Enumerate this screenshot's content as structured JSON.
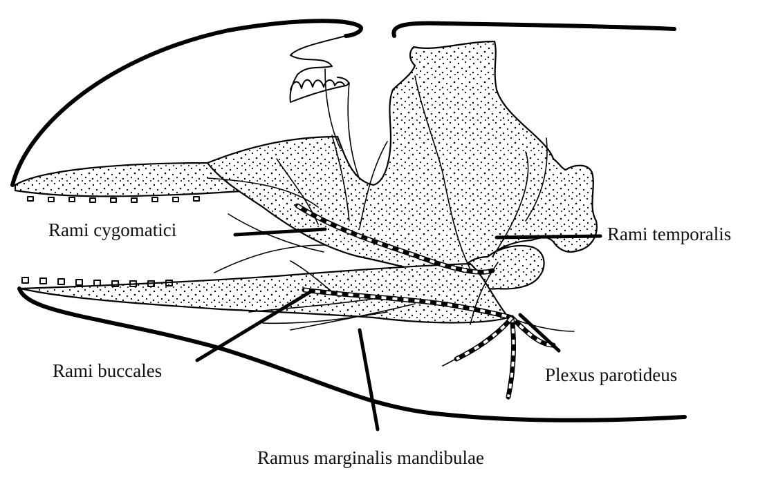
{
  "labels": {
    "rami_cygomatici": "Rami cygomatici",
    "rami_temporalis": "Rami temporalis",
    "rami_buccales": "Rami buccales",
    "plexus_parotideus": "Plexus parotideus",
    "ramus_marginalis_mandibulae": "Ramus marginalis mandibulae"
  },
  "colors": {
    "ink": "#000000",
    "background": "#ffffff"
  }
}
